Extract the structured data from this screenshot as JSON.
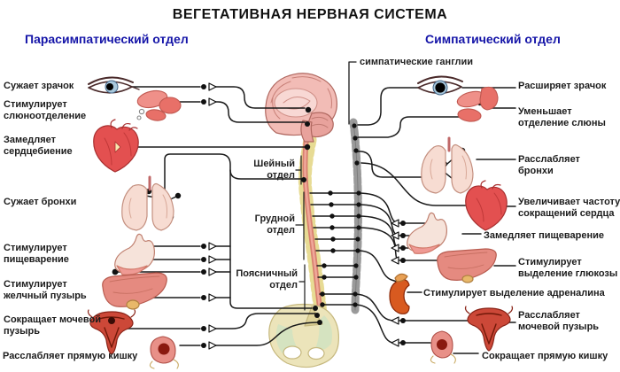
{
  "title": "ВЕГЕТАТИВНАЯ НЕРВНАЯ СИСТЕМА",
  "sections": {
    "parasympathetic": "Парасимпатический отдел",
    "sympathetic": "Симпатический отдел"
  },
  "center": {
    "ganglia": "симпатические ганглии",
    "cervical": "Шейный отдел",
    "thoracic": "Грудной отдел",
    "lumbar": "Поясничный отдел"
  },
  "labels": {
    "left": [
      "Сужает зрачок",
      "Стимулирует слюноотделение",
      "Замедляет сердцебиение",
      "Сужает бронхи",
      "Стимулирует пищеварение",
      "Стимулирует желчный пузырь",
      "Сокращает мочевой пузырь",
      "Расслабляет прямую кишку"
    ],
    "right": [
      "Расширяет зрачок",
      "Уменьшает отделение слюны",
      "Расслабляет бронхи",
      "Увеличивает частоту сокращений сердца",
      "Замедляет пищеварение",
      "Стимулирует выделение глюкозы",
      "Стимулирует выделение адреналина",
      "Расслабляет мочевой пузырь",
      "Сокращает прямую кишку"
    ]
  },
  "colors": {
    "heading_blue": "#1515a8",
    "organ_red": "#e35050",
    "organ_pink": "#f2bcb6",
    "cord_salmon": "#d88070",
    "vertebra_yellow": "#e6d98e",
    "chain_gray": "#9a9a9a",
    "line_black": "#1a1a1a"
  }
}
